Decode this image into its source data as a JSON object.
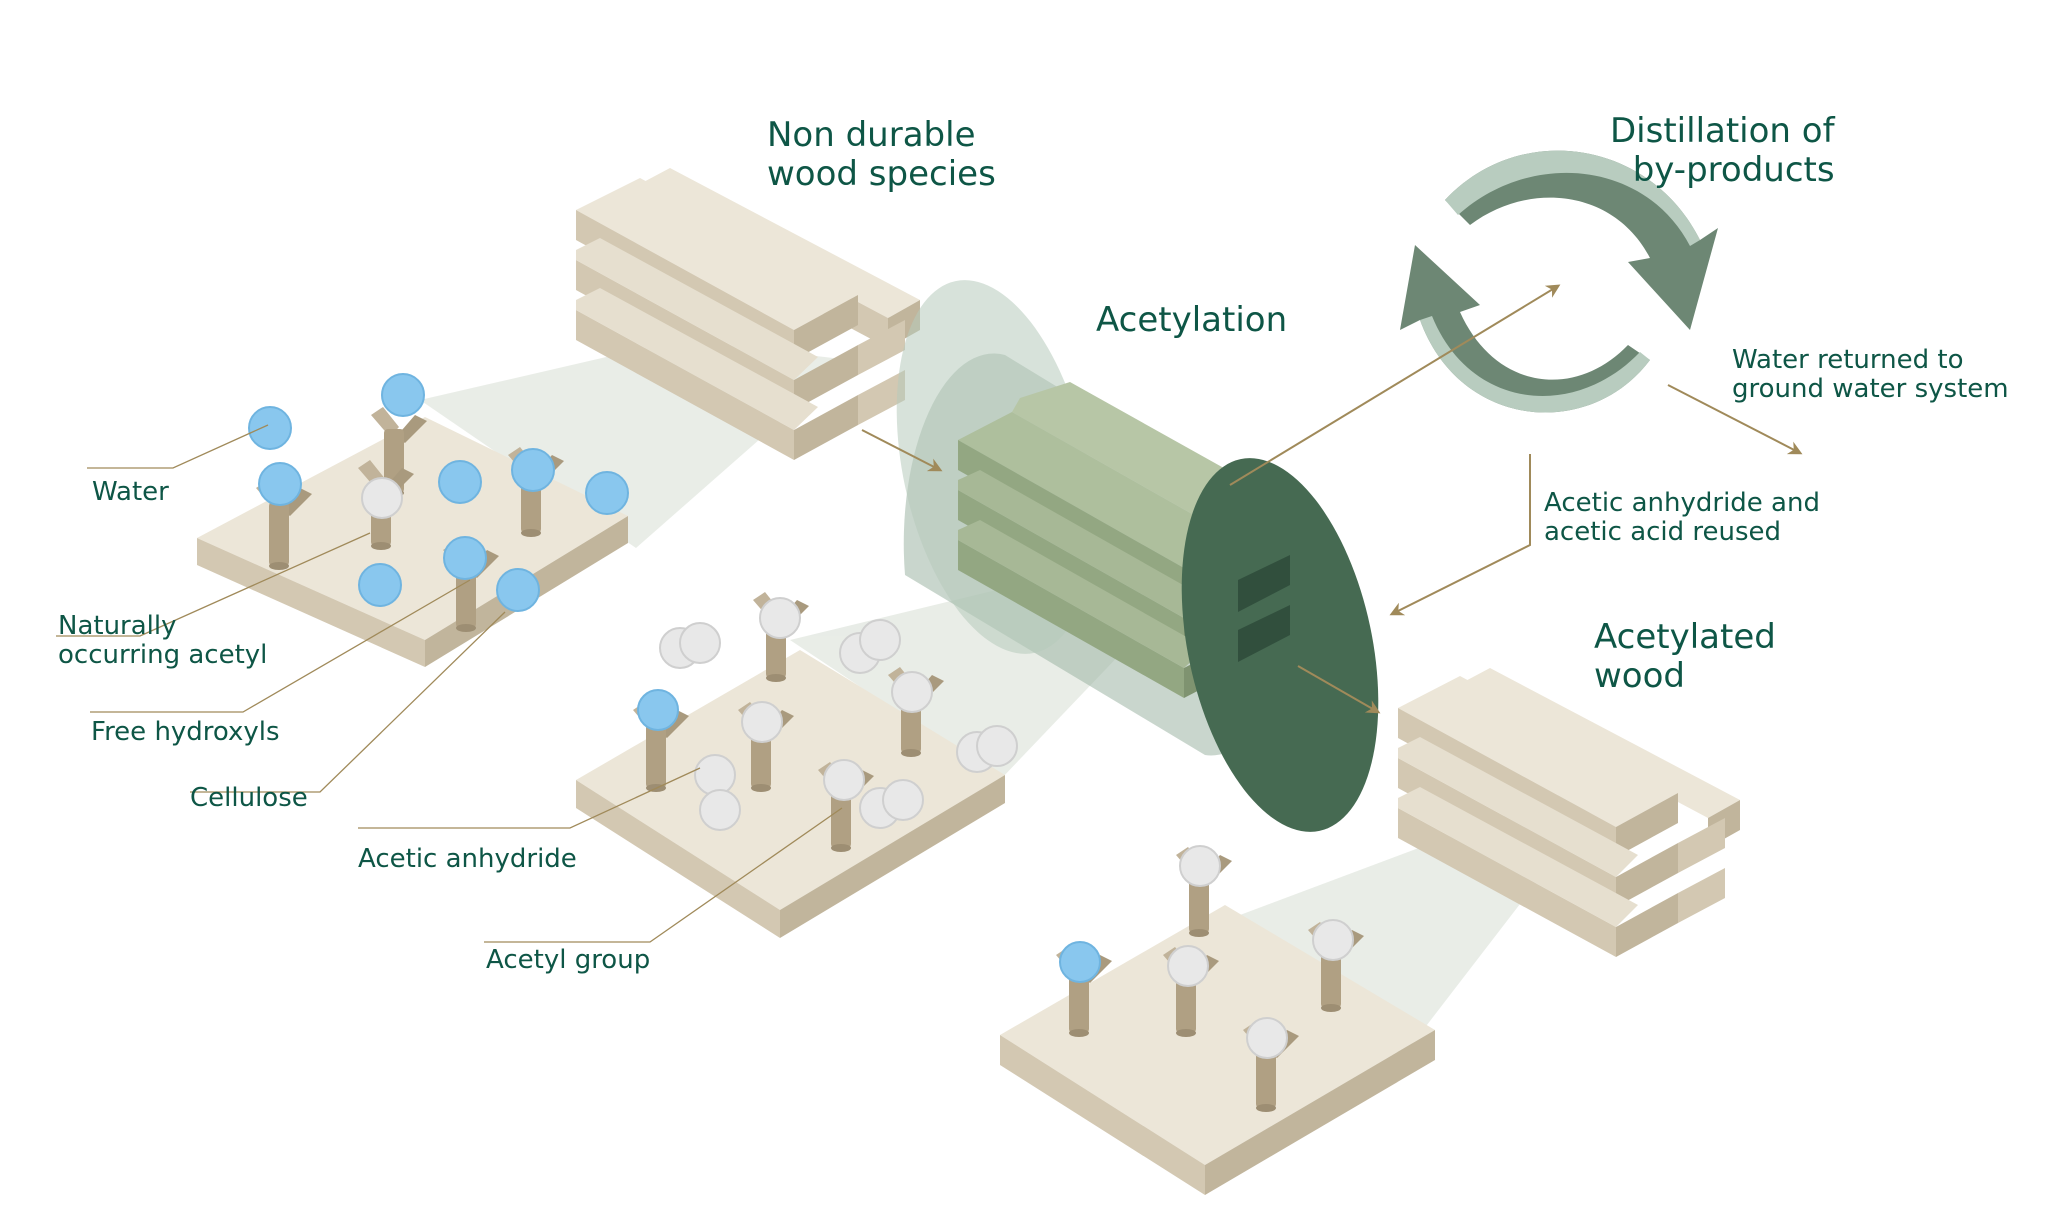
{
  "titles": {
    "non_durable": "Non durable\nwood species",
    "acetylation": "Acetylation",
    "distillation": "Distillation of\nby-products",
    "acetylated": "Acetylated\nwood"
  },
  "labels": {
    "water": "Water",
    "naturally": "Naturally\noccurring acetyl",
    "hydroxyls": "Free hydroxyls",
    "cellulose": "Cellulose",
    "anhydride": "Acetic anhydride",
    "acetyl_group": "Acetyl group",
    "water_returned": "Water returned to\nground water system",
    "reused": "Acetic anhydride and\nacetic acid reused"
  },
  "colors": {
    "text": "#0e5646",
    "plank_top": "#ece6d8",
    "plank_side": "#d3c8b2",
    "plank_front": "#c1b59c",
    "post": "#b6a68a",
    "water_blue": "#89c7ee",
    "acetyl_white": "#e8e8e8",
    "arrow": "#a08a5a",
    "cylinder": "#466a52",
    "cycle_light": "#b8ccbf",
    "cycle_dark": "#6d8774"
  }
}
